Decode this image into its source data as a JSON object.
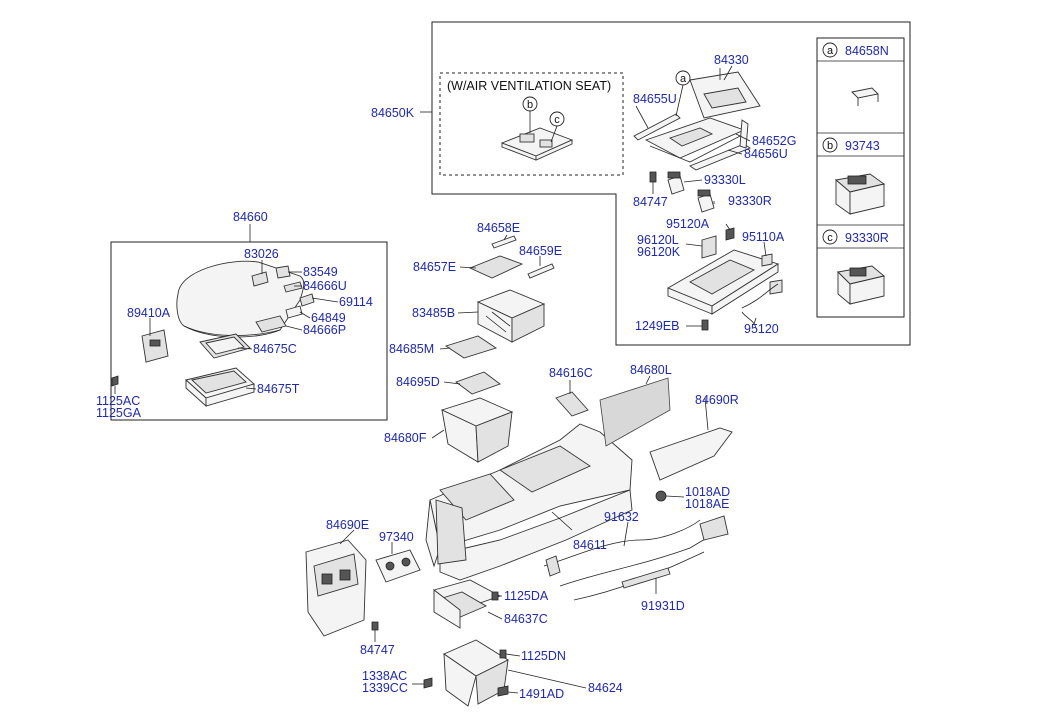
{
  "colors": {
    "label": "#1f2aa6",
    "line": "#222222",
    "background": "#ffffff"
  },
  "inset_title": "(W/AIR VENTILATION SEAT)",
  "legend": [
    {
      "letter": "a",
      "part": "84658N"
    },
    {
      "letter": "b",
      "part": "93743"
    },
    {
      "letter": "c",
      "part": "93330R"
    }
  ],
  "callout_letters": {
    "a": "a",
    "b": "b",
    "c": "c"
  },
  "parts": {
    "p84330": "84330",
    "p84655U": "84655U",
    "p84650K": "84650K",
    "p84652G": "84652G",
    "p84656U": "84656U",
    "p93330L": "93330L",
    "p84747_top": "84747",
    "p93330R": "93330R",
    "p95120A": "95120A",
    "p96120L": "96120L",
    "p96120K": "96120K",
    "p95110A": "95110A",
    "p1249EB": "1249EB",
    "p95120": "95120",
    "p84660": "84660",
    "p83026": "83026",
    "p83549": "83549",
    "p84666U": "84666U",
    "p69114": "69114",
    "p89410A": "89410A",
    "p64849": "64849",
    "p84666P": "84666P",
    "p84675C": "84675C",
    "p84675T": "84675T",
    "p1125AC": "1125AC",
    "p1125GA": "1125GA",
    "p84658E": "84658E",
    "p84659E": "84659E",
    "p84657E": "84657E",
    "p83485B": "83485B",
    "p84685M": "84685M",
    "p84695D": "84695D",
    "p84680F": "84680F",
    "p84616C": "84616C",
    "p84680L": "84680L",
    "p84690R": "84690R",
    "p1018AD": "1018AD",
    "p1018AE": "1018AE",
    "p91632": "91632",
    "p84611": "84611",
    "p84690E": "84690E",
    "p97340": "97340",
    "p1125DA": "1125DA",
    "p84637C": "84637C",
    "p91931D": "91931D",
    "p84747_bot": "84747",
    "p1125DN": "1125DN",
    "p1338AC": "1338AC",
    "p1339CC": "1339CC",
    "p84624": "84624",
    "p1491AD": "1491AD"
  }
}
